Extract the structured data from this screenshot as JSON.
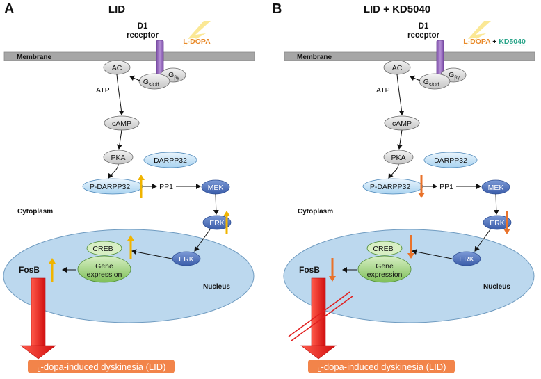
{
  "panels": [
    {
      "letter": "A",
      "title": "LID",
      "receptor_line1": "D1",
      "receptor_line2": "receptor",
      "drug_first": "L-DOPA",
      "drug_plus": "",
      "drug_second": "",
      "membrane": "Membrane",
      "ac": "AC",
      "gs": "G",
      "gs_sub": "s/Olf",
      "gby": "G",
      "gby_sub": "βγ",
      "atp": "ATP",
      "camp": "cAMP",
      "pka": "PKA",
      "darpp32": "DARPP32",
      "pdarpp32": "P-DARPP32",
      "pp1": "PP1",
      "mek": "MEK",
      "erk_cyto": "ERK",
      "cytoplasm": "Cytoplasm",
      "erk_nuc": "ERK",
      "creb": "CREB",
      "gene_line1": "Gene",
      "gene_line2": "expression",
      "fosb": "FosB",
      "nucleus": "Nucleus",
      "outcome_prefix": "L",
      "outcome_text": "-dopa-induced dyskinesia (LID)",
      "direction": "up",
      "blocked": false
    },
    {
      "letter": "B",
      "title": "LID + KD5040",
      "receptor_line1": "D1",
      "receptor_line2": "receptor",
      "drug_first": "L-DOPA",
      "drug_plus": "+",
      "drug_second": "KD5040",
      "membrane": "Membrane",
      "ac": "AC",
      "gs": "G",
      "gs_sub": "s/Olf",
      "gby": "G",
      "gby_sub": "βγ",
      "atp": "ATP",
      "camp": "cAMP",
      "pka": "PKA",
      "darpp32": "DARPP32",
      "pdarpp32": "P-DARPP32",
      "pp1": "PP1",
      "mek": "MEK",
      "erk_cyto": "ERK",
      "cytoplasm": "Cytoplasm",
      "erk_nuc": "ERK",
      "creb": "CREB",
      "gene_line1": "Gene",
      "gene_line2": "expression",
      "fosb": "FosB",
      "nucleus": "Nucleus",
      "outcome_prefix": "L",
      "outcome_text": "-dopa-induced dyskinesia (LID)",
      "direction": "down",
      "blocked": true
    }
  ],
  "colors": {
    "membrane": "#a6a6a6",
    "receptor": "#9b6fbf",
    "gray_node": "#d3d3d3",
    "darpp_light": "#cfe6f7",
    "mek_erk_blue": "#4f73c0",
    "nucleus_fill": "#bcd8ee",
    "gene_green": "#8cc76a",
    "creb_green": "#d8efc4",
    "up_arrow": "#f0b400",
    "down_arrow": "#e9722a",
    "big_arrow": "#e11f1f",
    "outcome_box": "#f2844a",
    "drug_orange": "#e98a2a",
    "kd_teal": "#2aa58a",
    "bolt": "#fbe58a"
  }
}
